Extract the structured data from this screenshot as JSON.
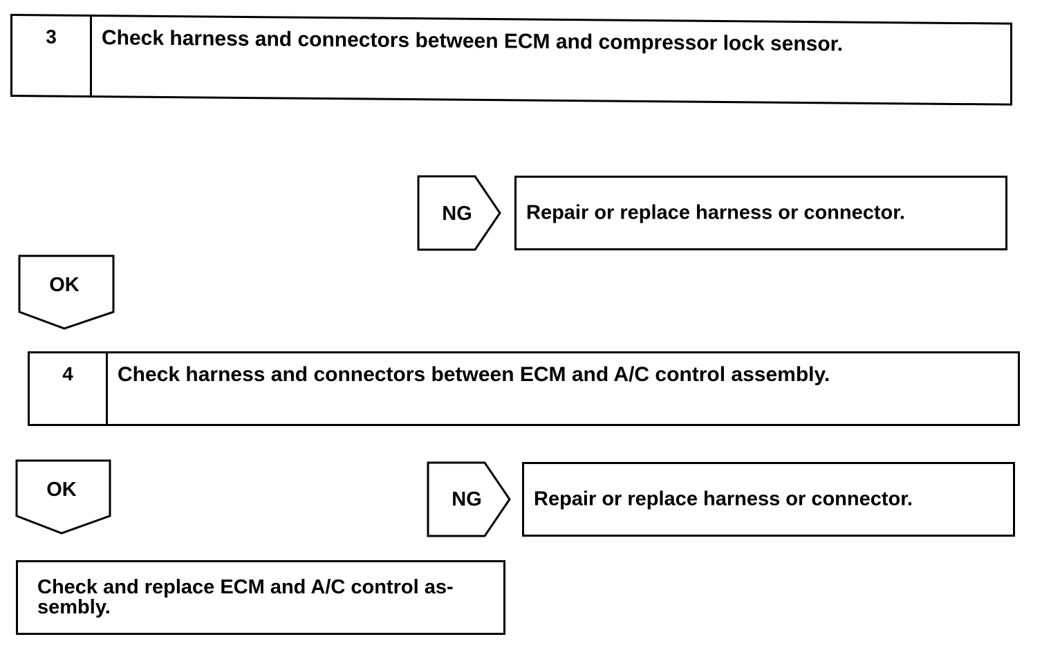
{
  "step3": {
    "number": "3",
    "title": "Check harness and connectors between ECM and compressor lock sensor."
  },
  "step3_ng": {
    "label": "NG",
    "result": "Repair or replace harness or connector."
  },
  "step3_ok": {
    "label": "OK"
  },
  "step4": {
    "number": "4",
    "title": "Check harness and connectors between ECM and A/C control assembly."
  },
  "step4_ok": {
    "label": "OK"
  },
  "step4_ng": {
    "label": "NG",
    "result": "Repair or replace harness or connector."
  },
  "final": {
    "text": "Check and replace ECM and A/C control as-\nsembly."
  }
}
